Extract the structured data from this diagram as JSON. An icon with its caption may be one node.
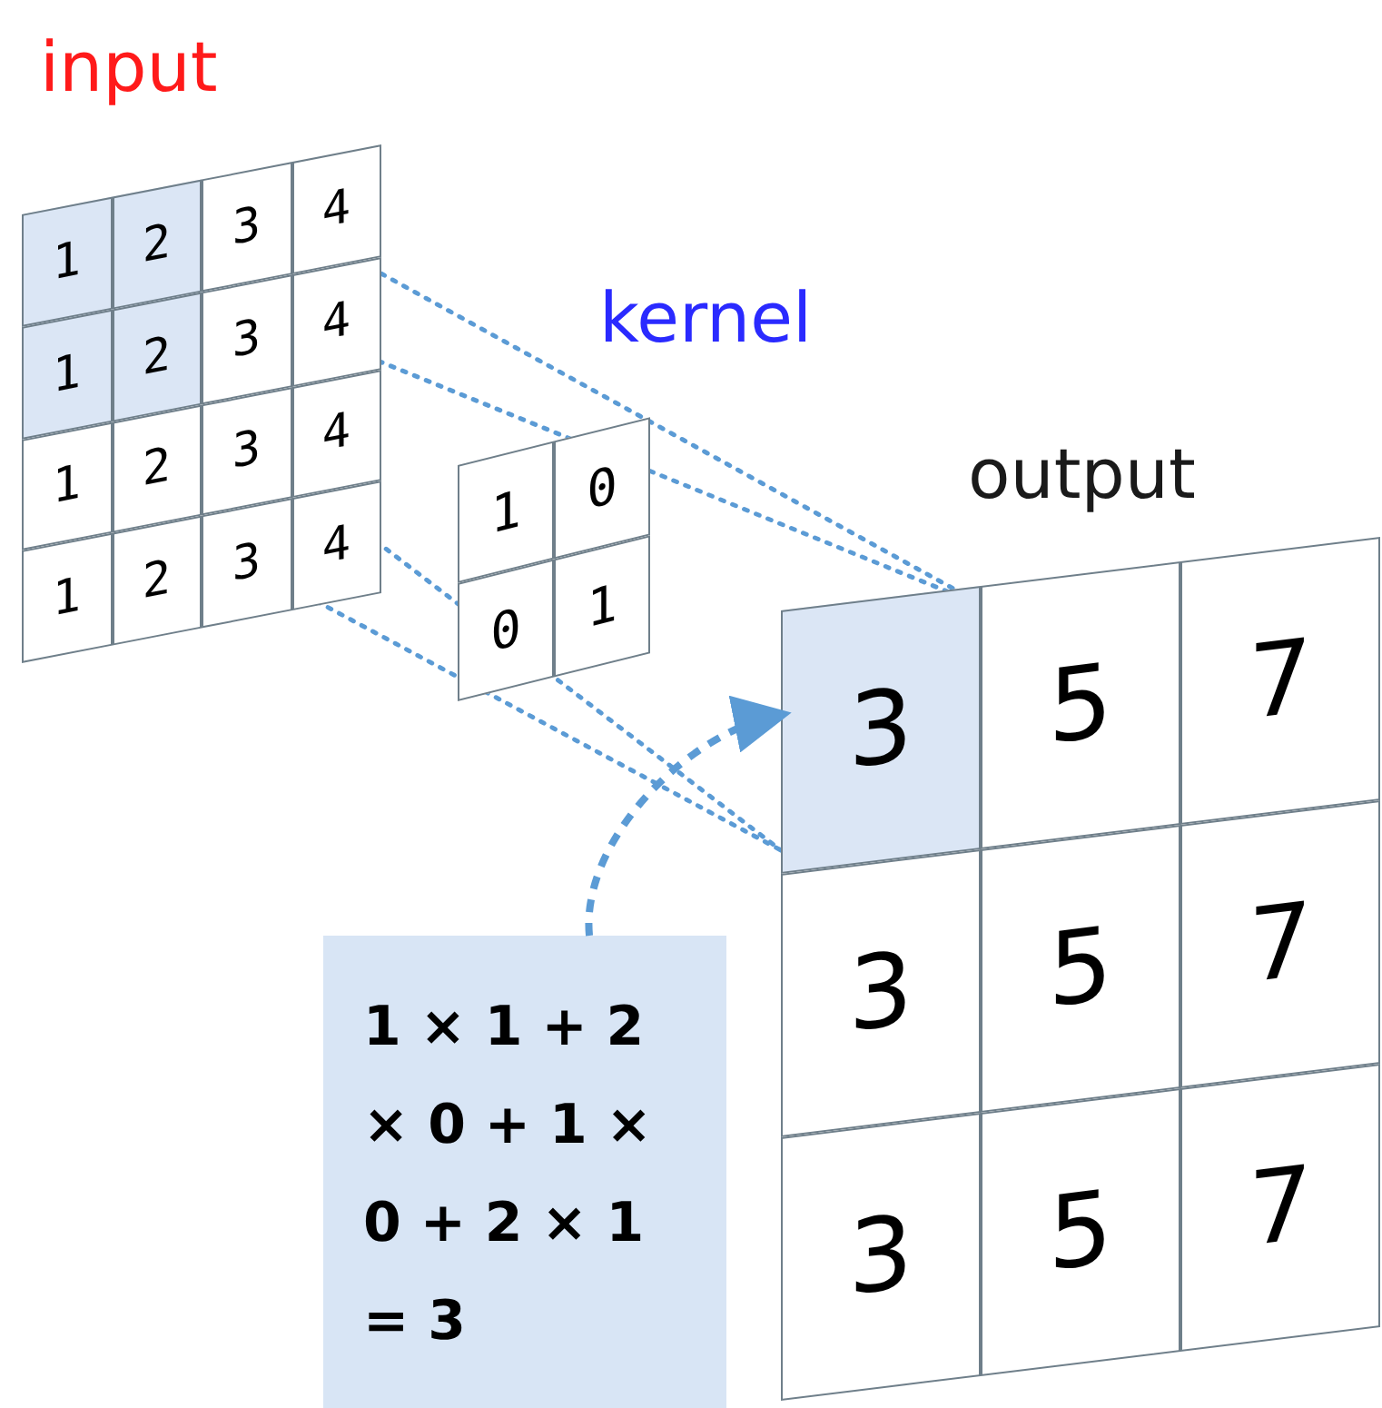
{
  "diagram": {
    "nodes": [
      {
        "text": [
          "1 × 1 + 2 × 0 + 1 × 0 + 2 × 1 = 3"
        ]
      },
      {
        "text": [
          "3"
        ]
      }
    ],
    "edges": [
      {
        "from": 0,
        "to": 1,
        "arrow": "to",
        "style": "dashed"
      }
    ],
    "labels": [
      "input",
      "1",
      "2",
      "3",
      "4",
      "1",
      "2",
      "3",
      "4",
      "1",
      "2",
      "3",
      "4",
      "1",
      "2",
      "3",
      "4",
      "kernel",
      "1",
      "0",
      "0",
      "1",
      "output",
      "5",
      "7",
      "3",
      "5",
      "7",
      "3",
      "5",
      "7"
    ]
  }
}
